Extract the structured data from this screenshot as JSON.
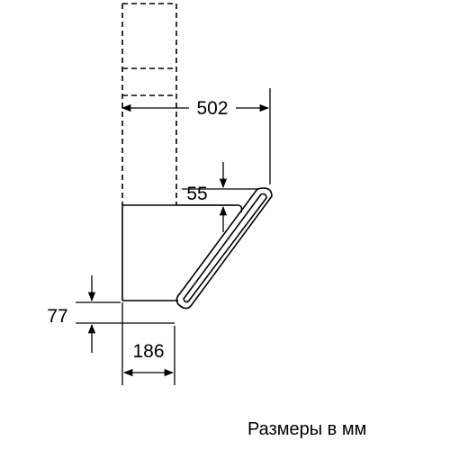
{
  "diagram": {
    "dimensions": {
      "overall_depth": "502",
      "lip_height": "55",
      "bottom_height": "77",
      "bottom_depth": "186"
    },
    "caption": "Размеры в мм",
    "line_color": "#000000",
    "background_color": "#ffffff"
  }
}
